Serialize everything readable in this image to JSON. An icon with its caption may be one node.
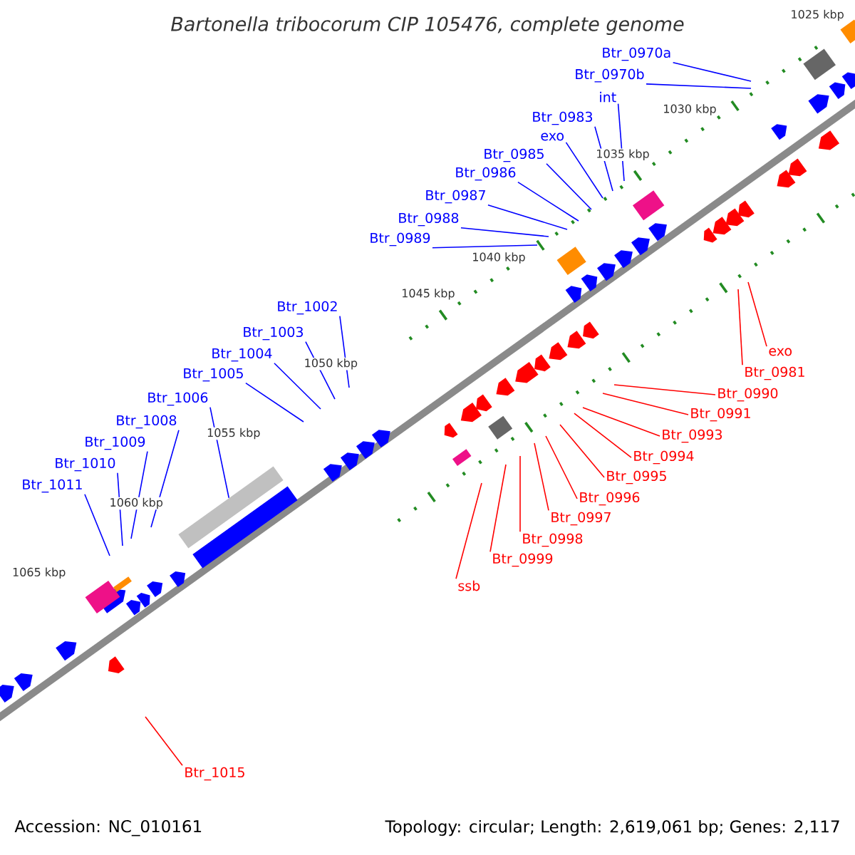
{
  "diagram": {
    "title": "Bartonella tribocorum CIP 105476, complete genome",
    "nodes": [
      {
        "text": [
          "Btr_0970a"
        ]
      },
      {
        "text": [
          "Btr_0970b"
        ]
      },
      {
        "text": [
          "int"
        ]
      },
      {
        "text": [
          "Btr_0983"
        ]
      },
      {
        "text": [
          "exo"
        ]
      },
      {
        "text": [
          "Btr_0985"
        ]
      },
      {
        "text": [
          "Btr_0986"
        ]
      },
      {
        "text": [
          "Btr_0987"
        ]
      },
      {
        "text": [
          "Btr_0988"
        ]
      },
      {
        "text": [
          "Btr_0989"
        ]
      },
      {
        "text": [
          "Btr_1002"
        ]
      },
      {
        "text": [
          "Btr_1003"
        ]
      },
      {
        "text": [
          "Btr_1004"
        ]
      },
      {
        "text": [
          "Btr_1005"
        ]
      },
      {
        "text": [
          "Btr_1006"
        ]
      },
      {
        "text": [
          "Btr_1008"
        ]
      },
      {
        "text": [
          "Btr_1009"
        ]
      },
      {
        "text": [
          "Btr_1010"
        ]
      },
      {
        "text": [
          "Btr_1011"
        ]
      },
      {
        "text": [
          "exo"
        ]
      },
      {
        "text": [
          "Btr_0981"
        ]
      },
      {
        "text": [
          "Btr_0990"
        ]
      },
      {
        "text": [
          "Btr_0991"
        ]
      },
      {
        "text": [
          "Btr_0993"
        ]
      },
      {
        "text": [
          "Btr_0994"
        ]
      },
      {
        "text": [
          "Btr_0995"
        ]
      },
      {
        "text": [
          "Btr_0996"
        ]
      },
      {
        "text": [
          "Btr_0997"
        ]
      },
      {
        "text": [
          "Btr_0998"
        ]
      },
      {
        "text": [
          "Btr_0999"
        ]
      },
      {
        "text": [
          "ssb"
        ]
      },
      {
        "text": [
          "Btr_1015"
        ]
      },
      {
        "text": [],
        "shape": "bar"
      },
      {
        "text": [],
        "shape": "bar"
      }
    ],
    "edges": [
      {
        "from": 0,
        "to": null,
        "arrow": "none"
      },
      {
        "from": 1,
        "to": null,
        "arrow": "none"
      },
      {
        "from": 2,
        "to": null,
        "arrow": "none"
      },
      {
        "from": 3,
        "to": null,
        "arrow": "none"
      },
      {
        "from": 4,
        "to": null,
        "arrow": "none"
      },
      {
        "from": 5,
        "to": null,
        "arrow": "none"
      },
      {
        "from": 6,
        "to": null,
        "arrow": "none"
      },
      {
        "from": 7,
        "to": null,
        "arrow": "none"
      },
      {
        "from": 8,
        "to": null,
        "arrow": "none"
      },
      {
        "from": 9,
        "to": null,
        "arrow": "none"
      },
      {
        "from": 10,
        "to": null,
        "arrow": "none"
      },
      {
        "from": 11,
        "to": null,
        "arrow": "none"
      },
      {
        "from": 12,
        "to": null,
        "arrow": "none"
      },
      {
        "from": 13,
        "to": null,
        "arrow": "none"
      },
      {
        "from": 14,
        "to": 32,
        "arrow": "none"
      },
      {
        "from": 15,
        "to": null,
        "arrow": "none"
      },
      {
        "from": 16,
        "to": null,
        "arrow": "none"
      },
      {
        "from": 17,
        "to": null,
        "arrow": "none"
      },
      {
        "from": 18,
        "to": null,
        "arrow": "none"
      },
      {
        "from": 19,
        "to": null,
        "arrow": "none",
        "color": "#ff0000"
      },
      {
        "from": 20,
        "to": null,
        "arrow": "none",
        "color": "#ff0000"
      },
      {
        "from": 21,
        "to": null,
        "arrow": "none",
        "color": "#ff0000"
      },
      {
        "from": 22,
        "to": null,
        "arrow": "none",
        "color": "#ff0000"
      },
      {
        "from": 23,
        "to": null,
        "arrow": "none",
        "color": "#ff0000"
      },
      {
        "from": 24,
        "to": null,
        "arrow": "none",
        "color": "#ff0000"
      },
      {
        "from": 25,
        "to": null,
        "arrow": "none",
        "color": "#ff0000"
      },
      {
        "from": 26,
        "to": null,
        "arrow": "none",
        "color": "#ff0000"
      },
      {
        "from": 27,
        "to": null,
        "arrow": "none",
        "color": "#ff0000"
      },
      {
        "from": 28,
        "to": null,
        "arrow": "none",
        "color": "#ff0000"
      },
      {
        "from": 29,
        "to": null,
        "arrow": "none",
        "color": "#ff0000"
      },
      {
        "from": 30,
        "to": null,
        "arrow": "none",
        "color": "#ff0000"
      },
      {
        "from": 31,
        "to": null,
        "arrow": "none",
        "color": "#ff0000"
      }
    ],
    "labels": [
      "1025 kbp",
      "1030 kbp",
      "1035 kbp",
      "1040 kbp",
      "1045 kbp",
      "1050 kbp",
      "1055 kbp",
      "1060 kbp",
      "1065 kbp",
      "Accession: NC_010161",
      "Topology: circular; Length: 2,619,061 bp; Genes: 2,117"
    ]
  }
}
